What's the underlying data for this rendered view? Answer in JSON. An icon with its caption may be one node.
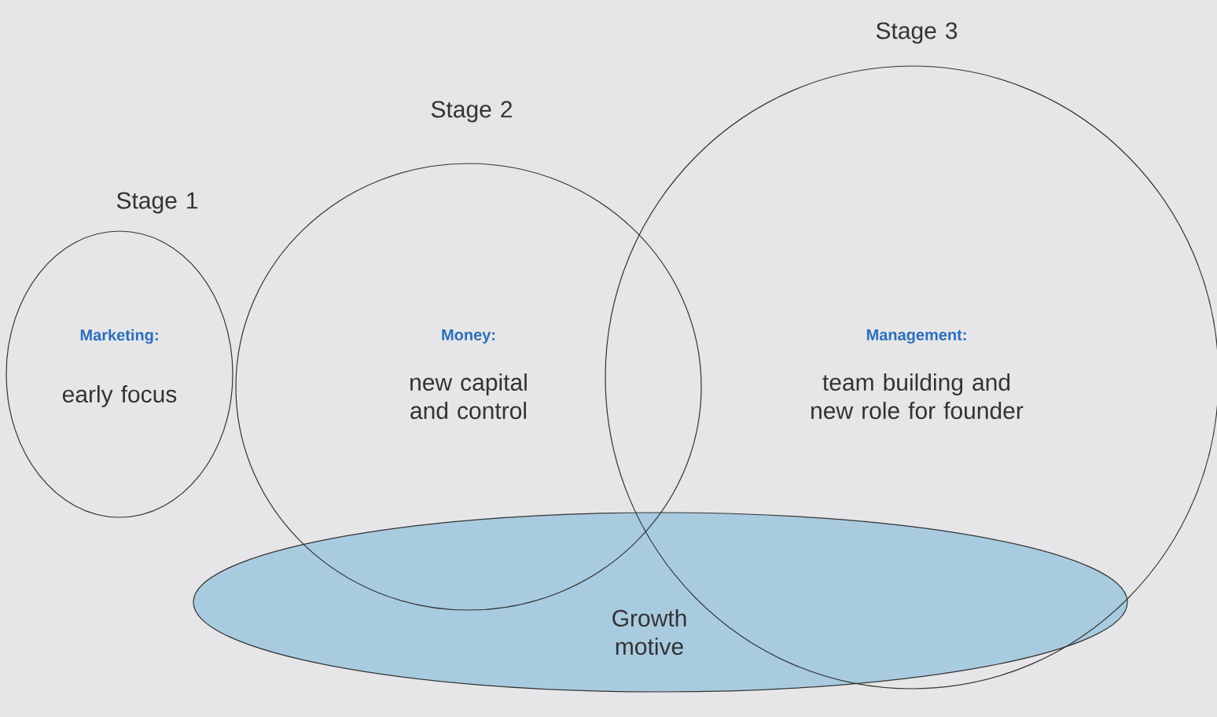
{
  "diagram": {
    "nodes": [
      {
        "text": [
          "Stage 1",
          "Marketing:",
          "early focus"
        ]
      },
      {
        "text": [
          "Stage 2",
          "Money:",
          "new capital and control"
        ]
      },
      {
        "text": [
          "Stage 3",
          "Management:",
          "team building and new role for founder"
        ]
      },
      {
        "text": [
          "Growth motive"
        ]
      }
    ]
  }
}
